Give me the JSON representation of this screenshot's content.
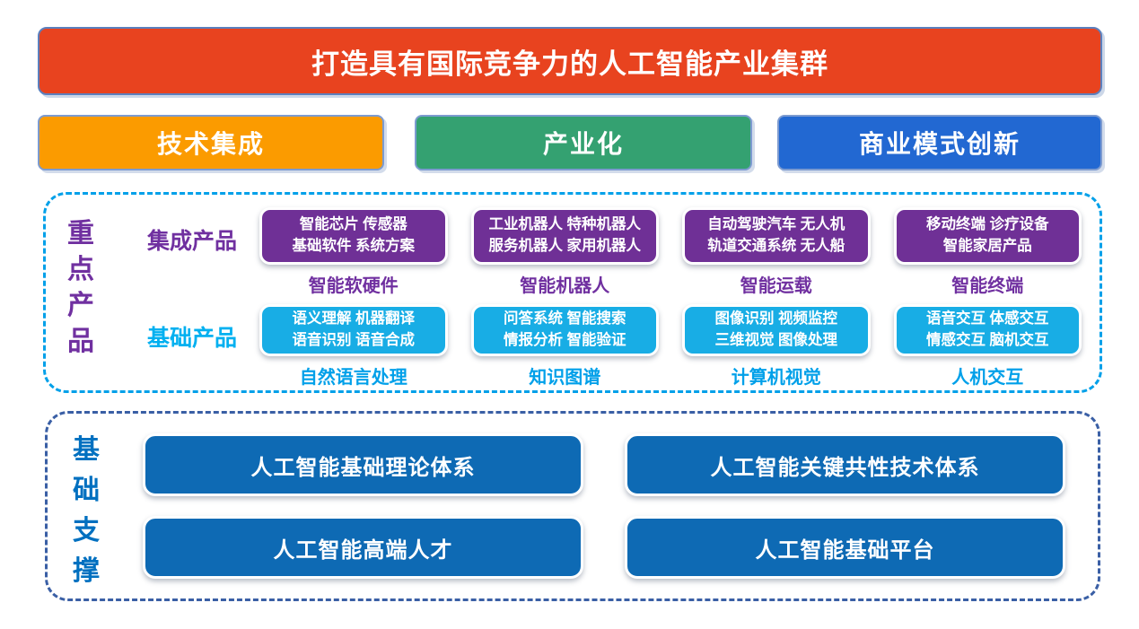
{
  "title": "打造具有国际竞争力的人工智能产业集群",
  "stages": [
    {
      "label": "技术集成"
    },
    {
      "label": "产业化"
    },
    {
      "label": "商业模式创新"
    }
  ],
  "key_products": {
    "section_label": "重点产品",
    "integrated_row_label": "集成产品",
    "basic_row_label": "基础产品",
    "columns": [
      {
        "integrated": {
          "line1": "智能芯片 传感器",
          "line2": "基础软件 系统方案",
          "category": "智能软硬件"
        },
        "basic": {
          "line1": "语义理解 机器翻译",
          "line2": "语音识别 语音合成",
          "category": "自然语言处理"
        }
      },
      {
        "integrated": {
          "line1": "工业机器人 特种机器人",
          "line2": "服务机器人 家用机器人",
          "category": "智能机器人"
        },
        "basic": {
          "line1": "问答系统 智能搜索",
          "line2": "情报分析 智能验证",
          "category": "知识图谱"
        }
      },
      {
        "integrated": {
          "line1": "自动驾驶汽车 无人机",
          "line2": "轨道交通系统 无人船",
          "category": "智能运载"
        },
        "basic": {
          "line1": "图像识别 视频监控",
          "line2": "三维视觉 图像处理",
          "category": "计算机视觉"
        }
      },
      {
        "integrated": {
          "line1": "移动终端 诊疗设备",
          "line2": "智能家居产品",
          "category": "智能终端"
        },
        "basic": {
          "line1": "语音交互 体感交互",
          "line2": "情感交互 脑机交互",
          "category": "人机交互"
        }
      }
    ]
  },
  "foundation": {
    "section_label": "基础支撑",
    "boxes": [
      "人工智能基础理论体系",
      "人工智能关键共性技术体系",
      "人工智能高端人才",
      "人工智能基础平台"
    ]
  },
  "colors": {
    "top_banner_red": "#E8431F",
    "stage_orange": "#FB9B00",
    "stage_green": "#34A171",
    "stage_blue": "#2268D2",
    "integrated_purple": "#6F3096",
    "basic_cyan": "#18ADE5",
    "foundation_box_blue": "#0E6AB4",
    "key_products_dash_border": "#00A0E9",
    "foundation_dash_border": "#3A5FA5",
    "purple_text": "#7030A0",
    "cyan_text": "#00B0F0",
    "blue_text": "#0070C0"
  }
}
